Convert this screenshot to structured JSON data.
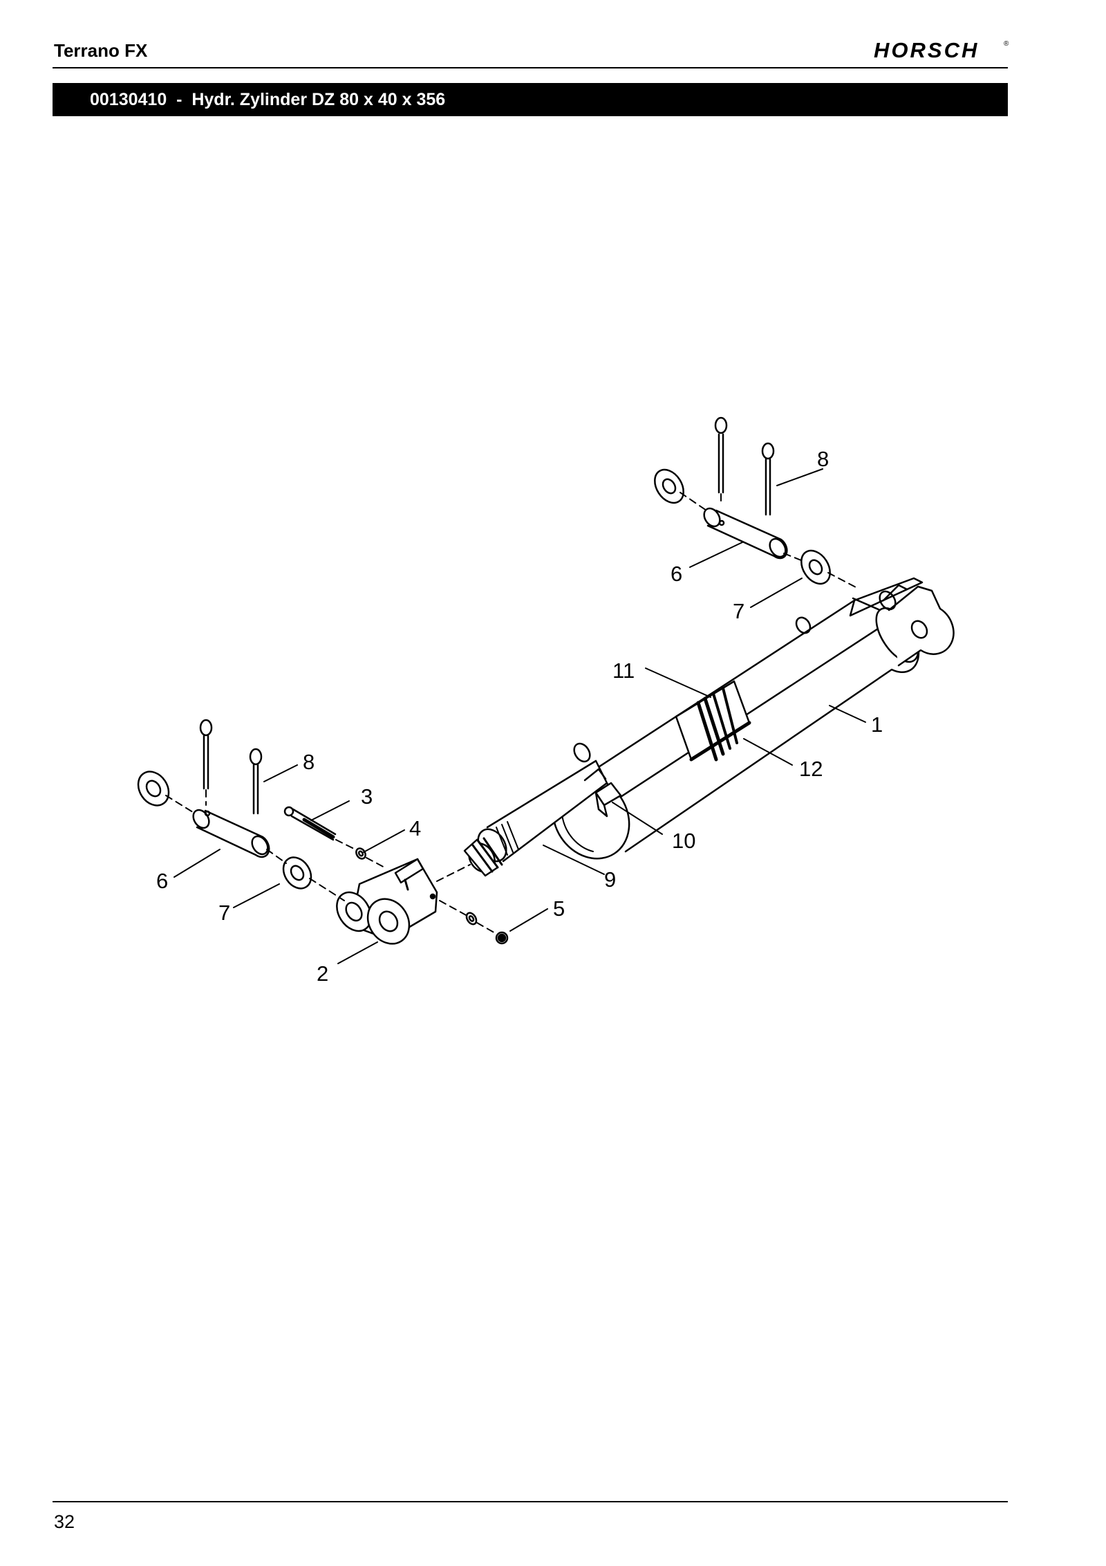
{
  "header": {
    "title": "Terrano FX",
    "logo_text": "HORSCH",
    "logo_mark": "®"
  },
  "title_bar": {
    "text": "00130410  -  Hydr. Zylinder DZ 80 x 40 x 356"
  },
  "diagram": {
    "callouts": [
      "1",
      "2",
      "3",
      "4",
      "5",
      "6",
      "7",
      "8",
      "9",
      "10",
      "11",
      "12",
      "6",
      "7",
      "8"
    ]
  },
  "footer": {
    "page_number": "32"
  }
}
